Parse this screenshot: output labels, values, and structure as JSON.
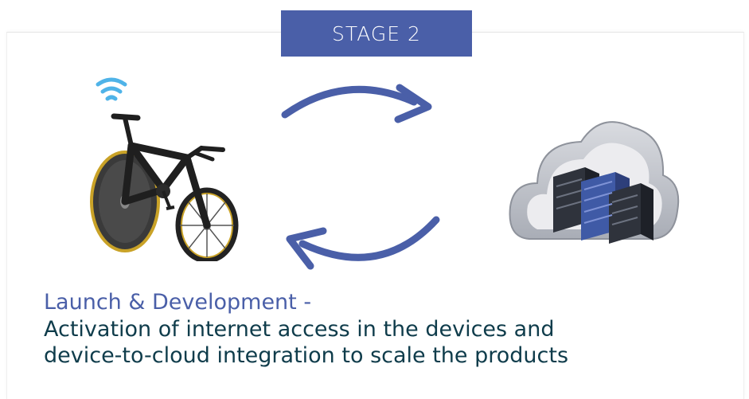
{
  "stage": {
    "label": "STAGE 2"
  },
  "icons": {
    "device": "bicycle-with-wifi-icon",
    "cloud": "cloud-server-icon",
    "arrow_top": "curved-arrow-right-icon",
    "arrow_bottom": "curved-arrow-left-icon"
  },
  "caption": {
    "heading": "Launch & Development -",
    "line1": "Activation of internet access in the devices  and",
    "line2": "device-to-cloud integration to scale the products"
  },
  "colors": {
    "accent": "#4a5fa8",
    "wifi": "#4fb3e8",
    "text_dark": "#0f3c4b"
  }
}
